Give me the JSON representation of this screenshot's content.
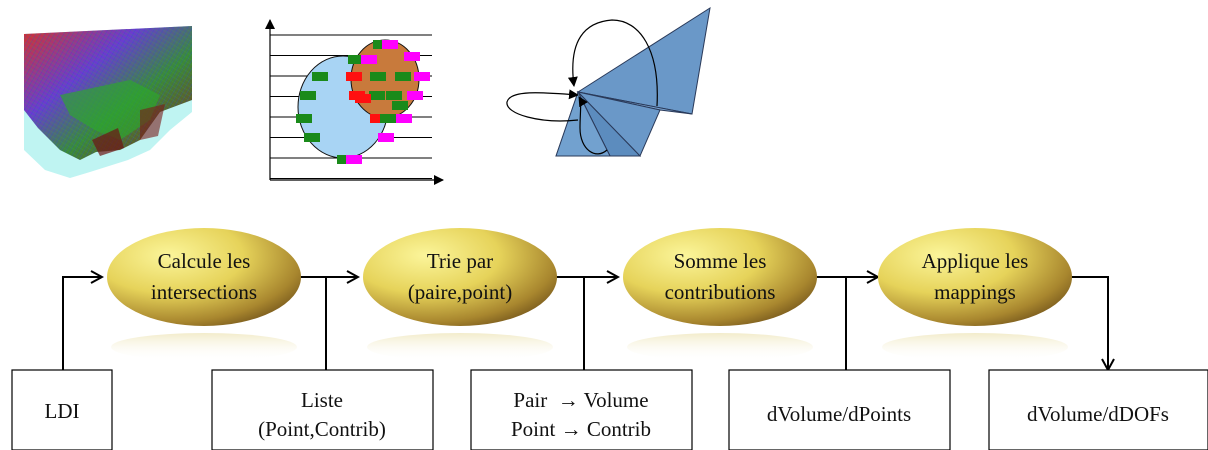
{
  "ellipses": [
    {
      "line1": "Calcule les",
      "line2": "intersections"
    },
    {
      "line1": "Trie par",
      "line2": "(paire,point)"
    },
    {
      "line1": "Somme les",
      "line2": "contributions"
    },
    {
      "line1": "Applique les",
      "line2": "mappings"
    }
  ],
  "boxes": [
    {
      "lines": [
        "LDI"
      ]
    },
    {
      "lines": [
        "Liste",
        "(Point,Contrib)"
      ]
    },
    {
      "lines": [
        "Pair  → Volume",
        "Point → Contrib"
      ]
    },
    {
      "lines": [
        "dVolume/dPoints"
      ]
    },
    {
      "lines": [
        "dVolume/dDOFs"
      ]
    }
  ],
  "colors": {
    "ellipse_light": "#f8f078",
    "ellipse_dark": "#7a5a1e",
    "blob_blue": "#a8d4f4",
    "blob_orange": "#c87a3c",
    "seg_green": "#1a8a1a",
    "seg_red": "#ff1010",
    "seg_magenta": "#ff00ff",
    "tri_blue": "#6a98c8"
  }
}
